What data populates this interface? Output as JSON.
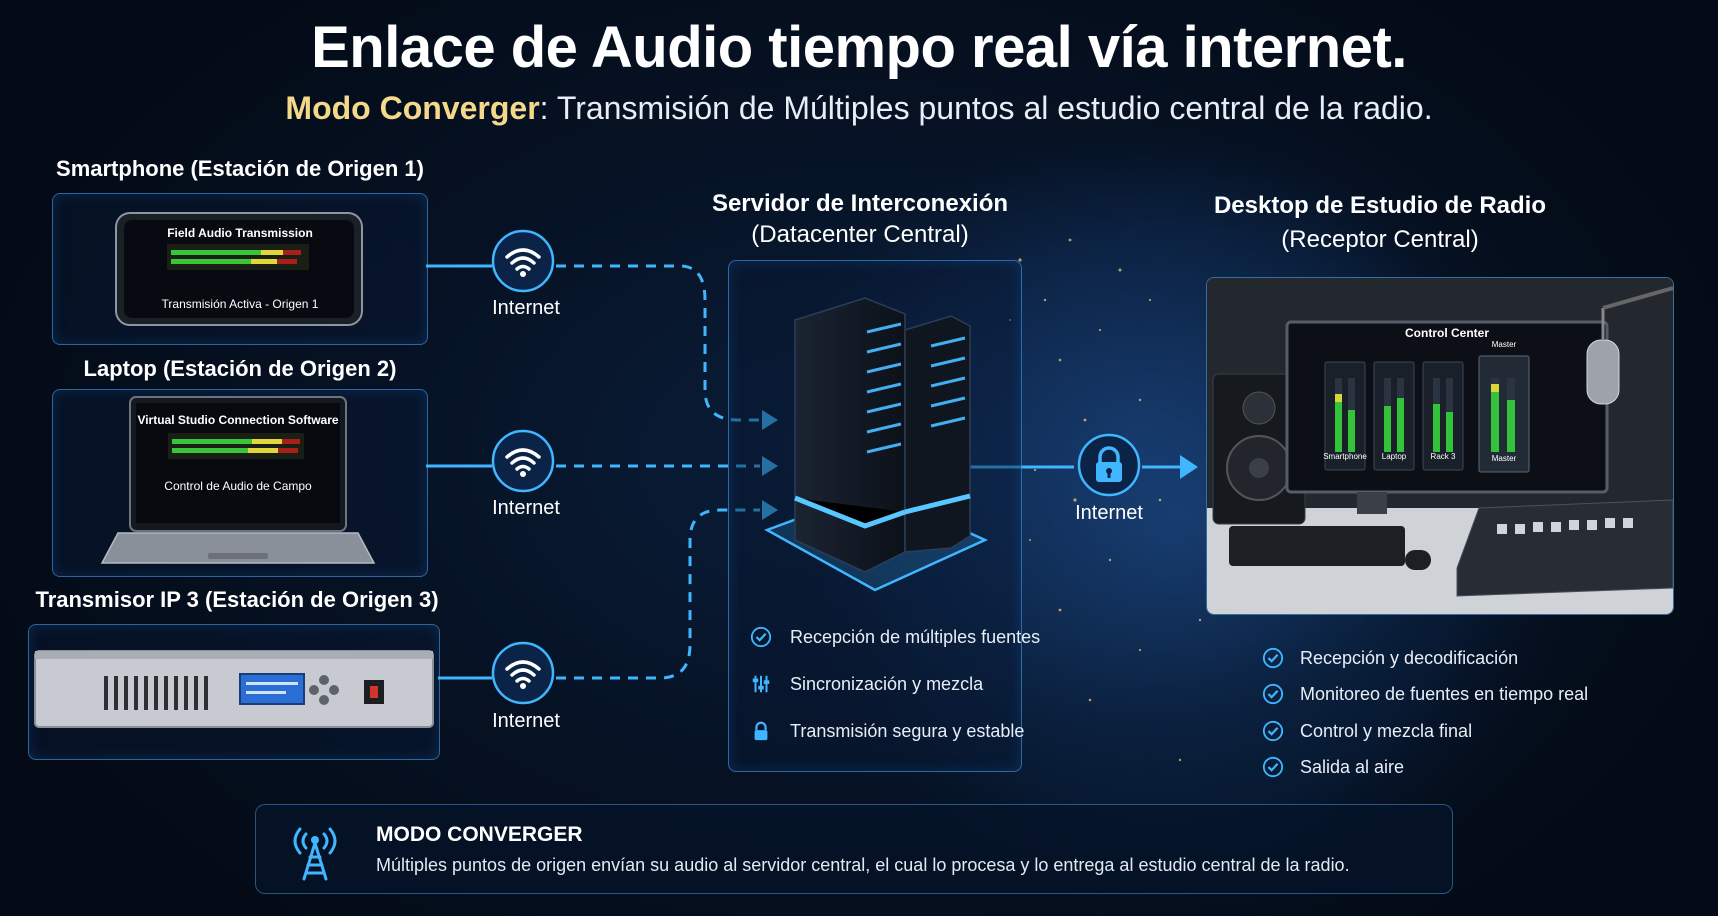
{
  "header": {
    "title": "Enlace de Audio tiempo real vía internet.",
    "subtitle_highlight": "Modo Converger",
    "subtitle_rest": ": Transmisión de Múltiples puntos al estudio central de la radio."
  },
  "sources": [
    {
      "label": "Smartphone (Estación de Origen 1)",
      "screen_title": "Field Audio Transmission",
      "screen_status": "Transmisión Activa - Origen 1",
      "network_label": "Internet"
    },
    {
      "label": "Laptop (Estación de Origen 2)",
      "screen_title": "Virtual Studio Connection Software",
      "screen_status": "Control de Audio de Campo",
      "network_label": "Internet"
    },
    {
      "label": "Transmisor IP 3 (Estación de Origen 3)",
      "network_label": "Internet"
    }
  ],
  "server": {
    "title_line1": "Servidor de Interconexión",
    "title_line2": "(Datacenter Central)",
    "features": [
      "Recepción de múltiples fuentes",
      "Sincronización y mezcla",
      "Transmisión segura y estable"
    ],
    "output_network_label": "Internet"
  },
  "studio": {
    "title_line1": "Desktop de Estudio de Radio",
    "title_line2": "(Receptor Central)",
    "monitor_title": "Control Center",
    "channels": [
      "Smartphone",
      "Laptop",
      "Rack 3",
      "Master"
    ],
    "master_top_label": "Master",
    "features": [
      "Recepción y decodificación",
      "Monitoreo de fuentes en tiempo real",
      "Control y mezcla final",
      "Salida al aire"
    ]
  },
  "footer": {
    "title": "MODO CONVERGER",
    "description": "Múltiples puntos de origen envían su audio al servidor central, el cual lo procesa y lo entrega al estudio central de la radio."
  },
  "colors": {
    "accent": "#3fb6ff",
    "highlight": "#f5d98a",
    "background": "#05101f"
  },
  "icons": [
    "wifi-icon",
    "lock-icon",
    "check-icon",
    "sliders-icon",
    "broadcast-tower-icon"
  ]
}
